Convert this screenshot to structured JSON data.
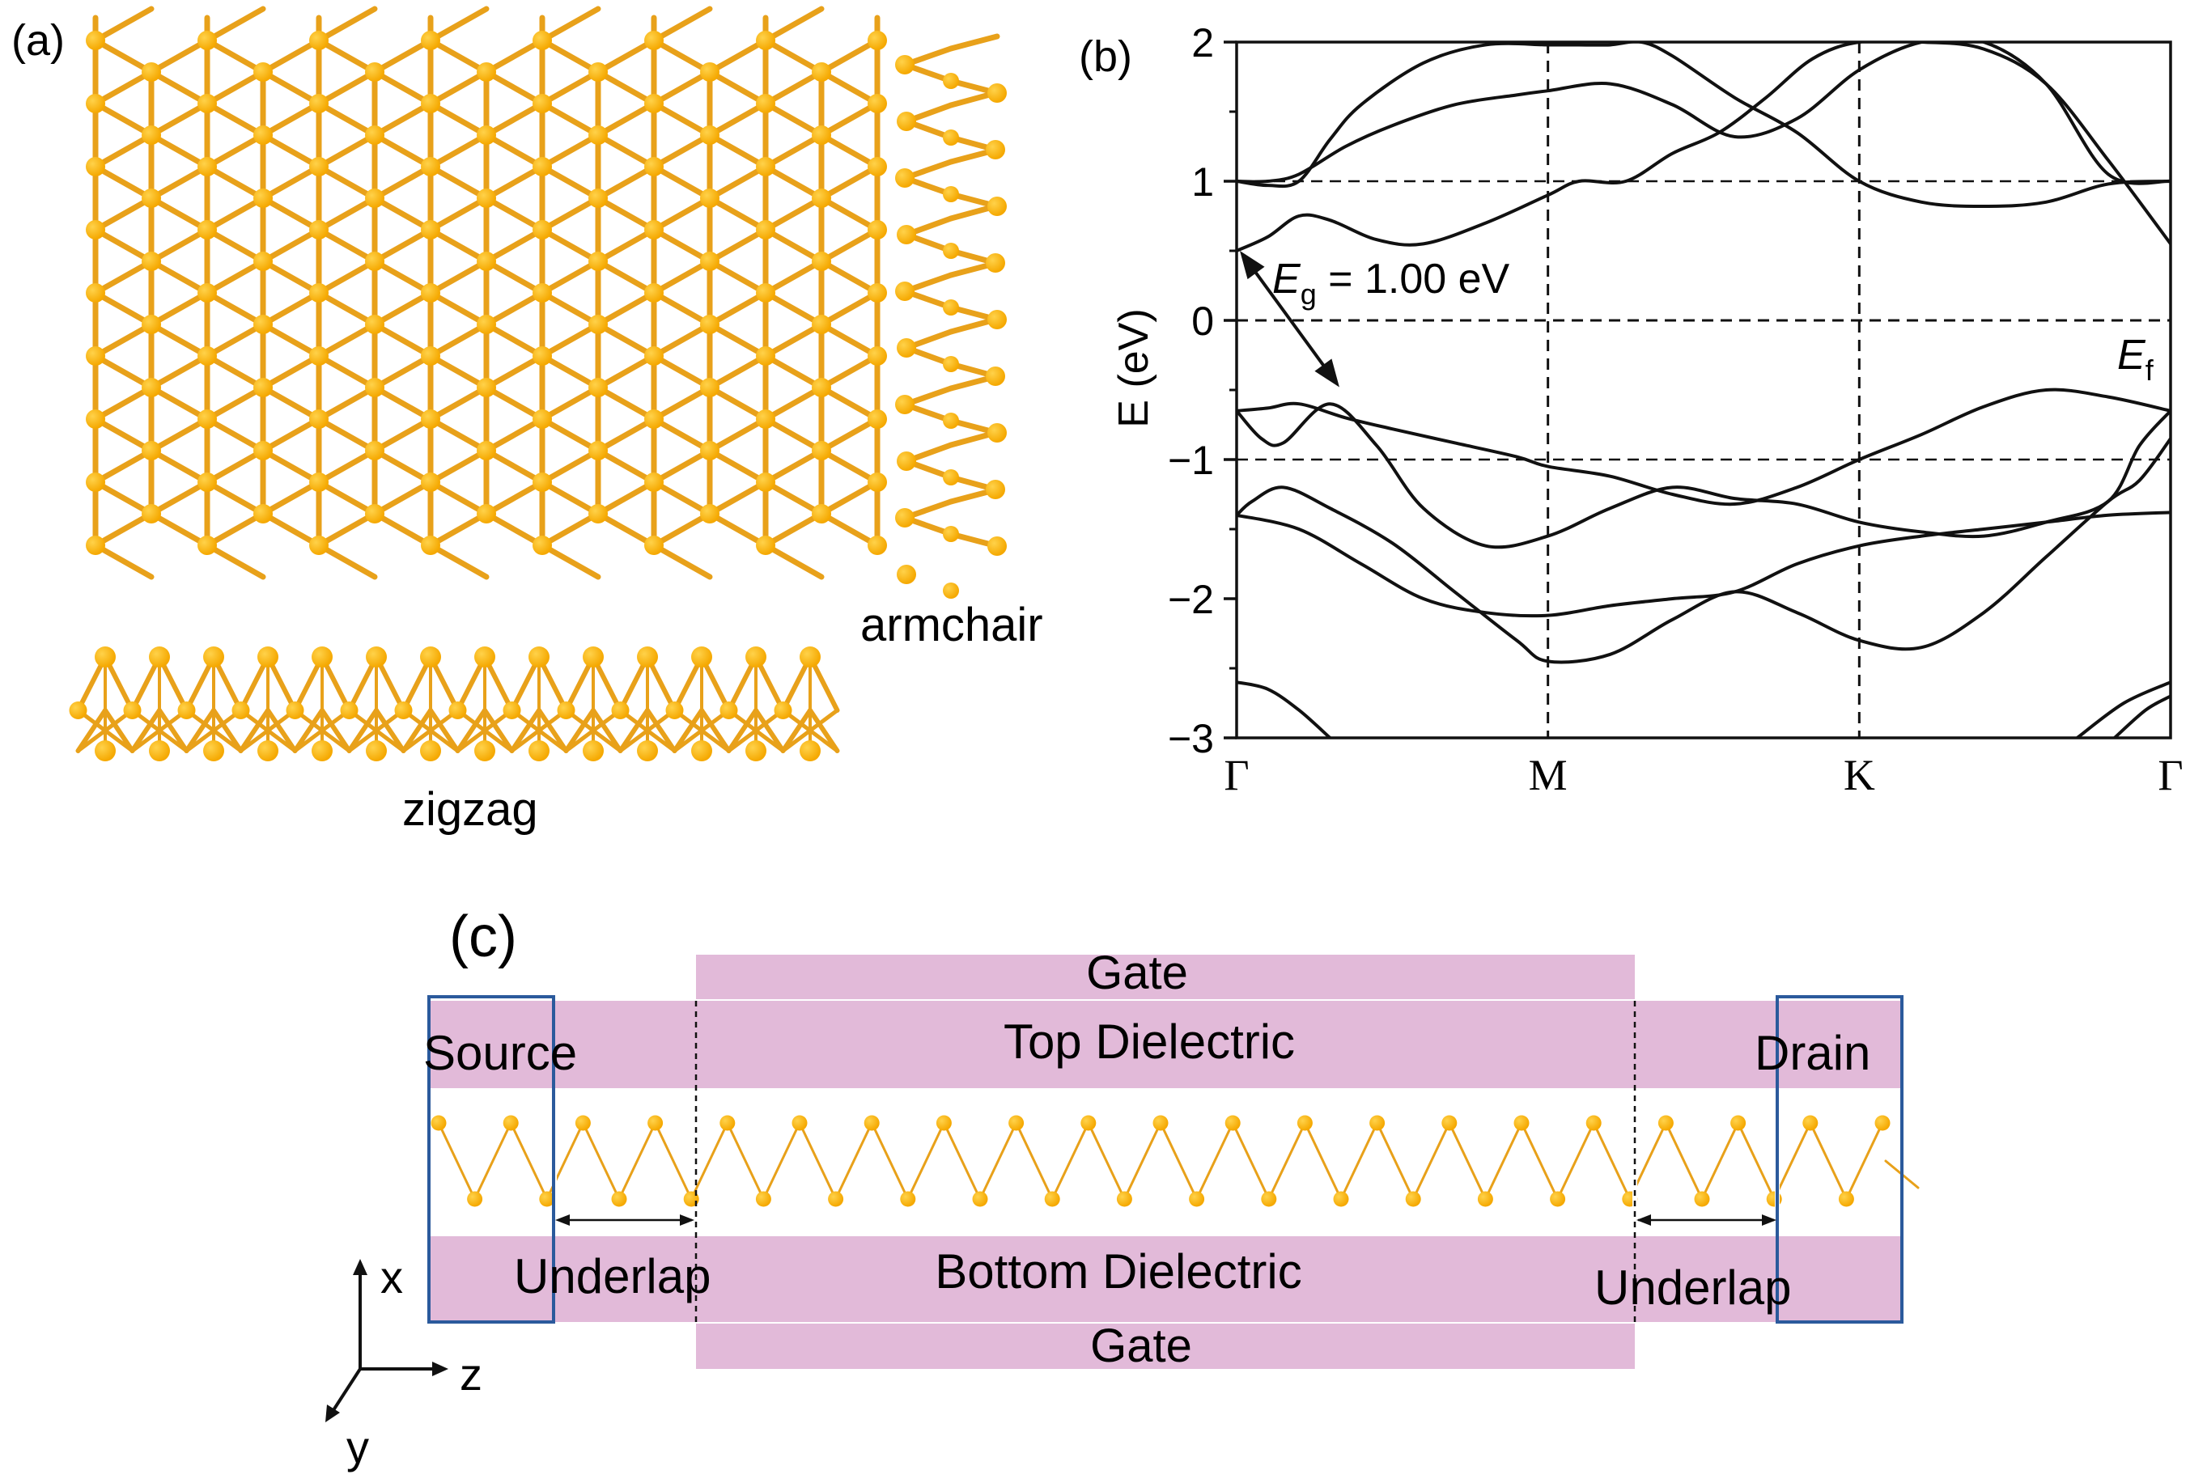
{
  "colors": {
    "atom": "#F5A800",
    "atom_highlight": "#FFD24A",
    "bond": "#E8A11A",
    "band": "#111111",
    "dielectric": "#E2BAD9",
    "contact_border": "#2B5A9C"
  },
  "panel_a": {
    "label": "(a)",
    "zigzag_label": "zigzag",
    "armchair_label": "armchair"
  },
  "panel_b": {
    "label": "(b)",
    "ylabel": "E (eV)",
    "gap_label_main": "E",
    "gap_label_sub": "g",
    "gap_label_value": " = 1.00 eV",
    "fermi_label_main": "E",
    "fermi_label_sub": "f"
  },
  "panel_c": {
    "label": "(c)",
    "gate_top": "Gate",
    "top_dielectric": "Top Dielectric",
    "bottom_dielectric": "Bottom Dielectric",
    "gate_bottom": "Gate",
    "source": "Source",
    "drain": "Drain",
    "underlap_left": "Underlap",
    "underlap_right": "Underlap",
    "axis_x": "x",
    "axis_y": "y",
    "axis_z": "z"
  },
  "chart_data": {
    "type": "line",
    "title": "",
    "xlabel": "",
    "ylabel": "E (eV)",
    "x_ticks": [
      "Γ",
      "M",
      "K",
      "Γ"
    ],
    "x_tick_positions": [
      0,
      1,
      2,
      3
    ],
    "xlim": [
      0,
      3
    ],
    "ylim": [
      -3,
      2
    ],
    "y_ticks": [
      -3,
      -2,
      -1,
      0,
      1,
      2
    ],
    "fermi_level": 0,
    "band_gap_eV": 1.0,
    "gap_arrow": {
      "from": [
        0.0,
        0.5
      ],
      "to": [
        0.33,
        -0.48
      ]
    },
    "series": [
      {
        "x": [
          0,
          0.1,
          0.2,
          0.35,
          0.5,
          0.7,
          0.9,
          1.0,
          1.2,
          1.4,
          1.6,
          1.8,
          2.0,
          2.2,
          2.4,
          2.6,
          2.8,
          3.0
        ],
        "values": [
          -0.65,
          -0.63,
          -0.6,
          -0.7,
          -0.78,
          -0.88,
          -0.98,
          -1.05,
          -1.12,
          -1.25,
          -1.32,
          -1.2,
          -1.0,
          -0.82,
          -0.62,
          -0.5,
          -0.55,
          -0.65
        ]
      },
      {
        "x": [
          0,
          0.08,
          0.15,
          0.3,
          0.45,
          0.6,
          0.8,
          1.0,
          1.2,
          1.4,
          1.6,
          1.8,
          2.0,
          2.2,
          2.4,
          2.6,
          2.8,
          2.9,
          3.0
        ],
        "values": [
          -0.65,
          -0.85,
          -0.88,
          -0.6,
          -0.9,
          -1.35,
          -1.62,
          -1.55,
          -1.35,
          -1.2,
          -1.28,
          -1.32,
          -1.45,
          -1.52,
          -1.55,
          -1.45,
          -1.3,
          -0.9,
          -0.65
        ]
      },
      {
        "x": [
          0,
          0.05,
          0.15,
          0.3,
          0.5,
          0.7,
          0.9,
          1.0,
          1.2,
          1.4,
          1.6,
          1.8,
          2.0,
          2.2,
          2.4,
          2.6,
          2.8,
          2.9,
          3.0
        ],
        "values": [
          -1.4,
          -1.3,
          -1.2,
          -1.35,
          -1.6,
          -1.95,
          -2.3,
          -2.45,
          -2.4,
          -2.15,
          -1.95,
          -2.1,
          -2.3,
          -2.35,
          -2.1,
          -1.7,
          -1.3,
          -1.15,
          -0.85
        ]
      },
      {
        "x": [
          0,
          0.2,
          0.4,
          0.6,
          0.8,
          1.0,
          1.2,
          1.4,
          1.6,
          1.8,
          2.0,
          2.2,
          2.4,
          2.6,
          2.8,
          3.0
        ],
        "values": [
          -1.4,
          -1.5,
          -1.75,
          -2.0,
          -2.1,
          -2.12,
          -2.05,
          -2.0,
          -1.95,
          -1.75,
          -1.62,
          -1.55,
          -1.5,
          -1.45,
          -1.4,
          -1.38
        ]
      },
      {
        "x": [
          0,
          0.1,
          0.2,
          0.3
        ],
        "values": [
          -2.6,
          -2.65,
          -2.8,
          -3.0
        ]
      },
      {
        "x": [
          2.7,
          2.85,
          3.0
        ],
        "values": [
          -3.0,
          -2.75,
          -2.6
        ]
      },
      {
        "x": [
          2.82,
          2.92,
          3.0
        ],
        "values": [
          -3.0,
          -2.8,
          -2.7
        ]
      },
      {
        "x": [
          0,
          0.1,
          0.2,
          0.3,
          0.45,
          0.6,
          0.8,
          1.0,
          1.1,
          1.25,
          1.4,
          1.55,
          1.7,
          1.85,
          2.0,
          2.2,
          2.4,
          2.6,
          2.8,
          3.0
        ],
        "values": [
          0.5,
          0.6,
          0.75,
          0.72,
          0.58,
          0.55,
          0.7,
          0.9,
          1.0,
          1.0,
          1.2,
          1.35,
          1.6,
          1.88,
          2.0,
          2.0,
          1.95,
          1.7,
          1.15,
          0.55
        ]
      },
      {
        "x": [
          0,
          0.1,
          0.2,
          0.35,
          0.5,
          0.7,
          0.9,
          1.0,
          1.2,
          1.4,
          1.6,
          1.8,
          2.0,
          2.2,
          2.4,
          2.6,
          2.8,
          3.0
        ],
        "values": [
          1.0,
          1.0,
          1.05,
          1.25,
          1.4,
          1.55,
          1.62,
          1.65,
          1.7,
          1.55,
          1.32,
          1.45,
          1.8,
          2.0,
          2.0,
          1.7,
          1.05,
          1.0
        ]
      },
      {
        "x": [
          0,
          0.1,
          0.2,
          0.3,
          0.4,
          0.6,
          0.8,
          1.0,
          1.1,
          1.2,
          1.3,
          1.4,
          1.6,
          1.8,
          2.0,
          2.2,
          2.4,
          2.6,
          2.8,
          3.0
        ],
        "values": [
          1.0,
          0.97,
          1.0,
          1.3,
          1.55,
          1.85,
          1.98,
          1.98,
          1.98,
          1.98,
          2.0,
          1.9,
          1.6,
          1.35,
          1.0,
          0.85,
          0.82,
          0.85,
          0.98,
          1.0
        ]
      }
    ]
  }
}
